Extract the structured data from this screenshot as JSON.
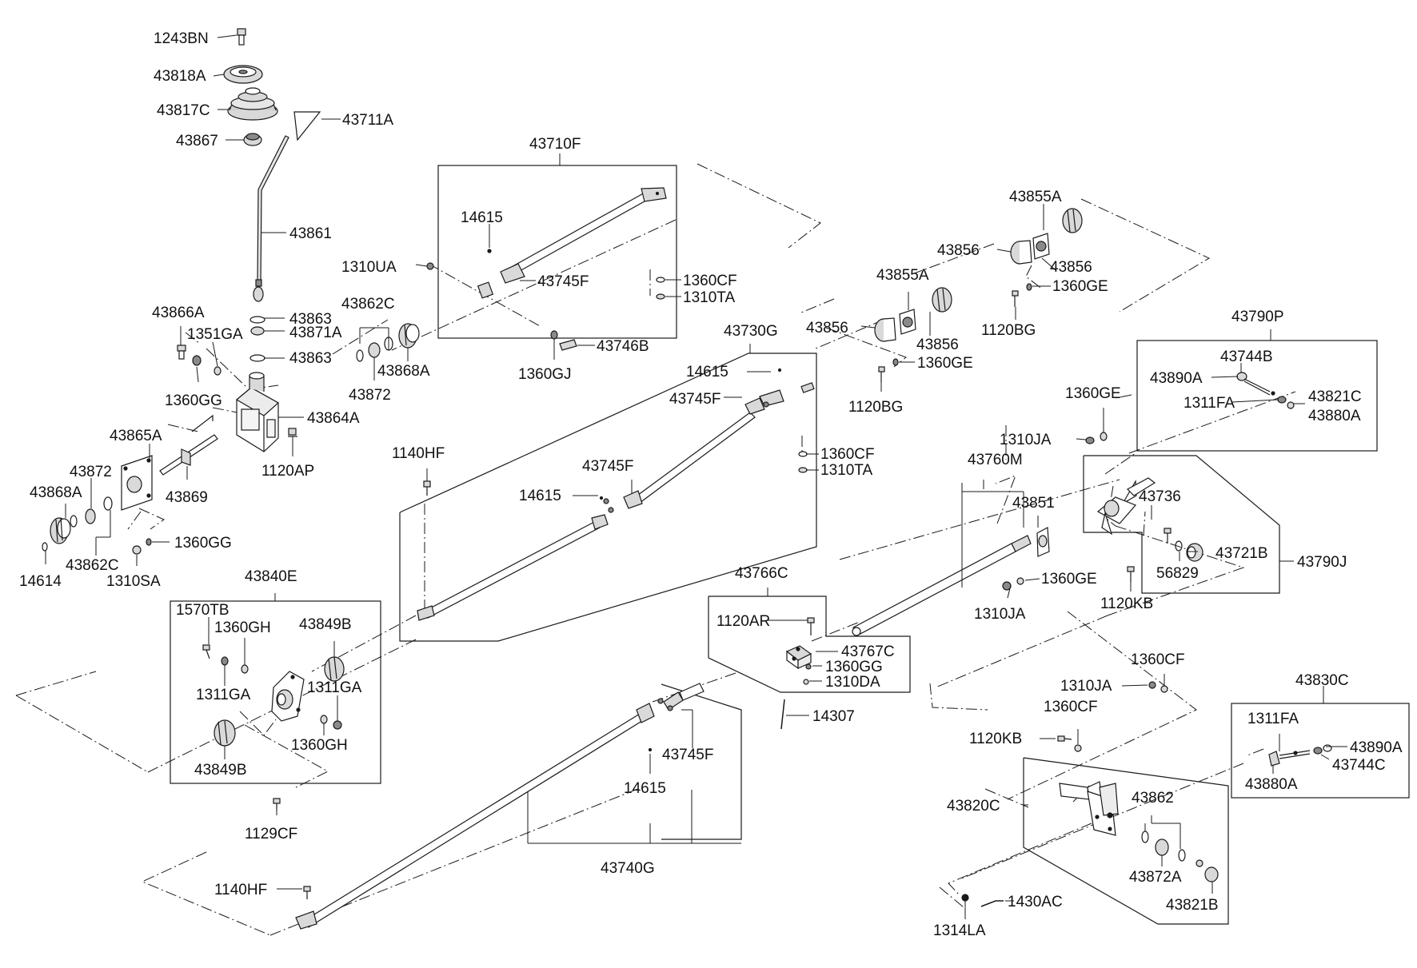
{
  "parts": [
    {
      "id": "p1243BN",
      "label": "1243BN"
    },
    {
      "id": "p43818A",
      "label": "43818A"
    },
    {
      "id": "p43817C",
      "label": "43817C"
    },
    {
      "id": "p43711A",
      "label": "43711A"
    },
    {
      "id": "p43867",
      "label": "43867"
    },
    {
      "id": "p43861",
      "label": "43861"
    },
    {
      "id": "p43863a",
      "label": "43863"
    },
    {
      "id": "p43871A",
      "label": "43871A"
    },
    {
      "id": "p43863b",
      "label": "43863"
    },
    {
      "id": "p43866A",
      "label": "43866A"
    },
    {
      "id": "p1351GA",
      "label": "1351GA"
    },
    {
      "id": "p1360GGa",
      "label": "1360GG"
    },
    {
      "id": "p43864A",
      "label": "43864A"
    },
    {
      "id": "p1120AP",
      "label": "1120AP"
    },
    {
      "id": "p43865A",
      "label": "43865A"
    },
    {
      "id": "p43869",
      "label": "43869"
    },
    {
      "id": "p43872a",
      "label": "43872"
    },
    {
      "id": "p43868Aa",
      "label": "43868A"
    },
    {
      "id": "p43862Ca",
      "label": "43862C"
    },
    {
      "id": "p14614",
      "label": "14614"
    },
    {
      "id": "p1310SA",
      "label": "1310SA"
    },
    {
      "id": "p1360GGb",
      "label": "1360GG"
    },
    {
      "id": "p43862Cb",
      "label": "43862C"
    },
    {
      "id": "p43872b",
      "label": "43872"
    },
    {
      "id": "p43868Ab",
      "label": "43868A"
    },
    {
      "id": "p1310UA",
      "label": "1310UA"
    },
    {
      "id": "p43710F",
      "label": "43710F"
    },
    {
      "id": "p14615a",
      "label": "14615"
    },
    {
      "id": "p43745Fa",
      "label": "43745F"
    },
    {
      "id": "p1360CFa",
      "label": "1360CF"
    },
    {
      "id": "p1310TAa",
      "label": "1310TA"
    },
    {
      "id": "p43746B",
      "label": "43746B"
    },
    {
      "id": "p1360GJ",
      "label": "1360GJ"
    },
    {
      "id": "p43855Aa",
      "label": "43855A"
    },
    {
      "id": "p43856a",
      "label": "43856"
    },
    {
      "id": "p43856b",
      "label": "43856"
    },
    {
      "id": "p1360GEa",
      "label": "1360GE"
    },
    {
      "id": "p1120BGa",
      "label": "1120BG"
    },
    {
      "id": "p43855Ab",
      "label": "43855A"
    },
    {
      "id": "p43856c",
      "label": "43856"
    },
    {
      "id": "p43856d",
      "label": "43856"
    },
    {
      "id": "p1360GEb",
      "label": "1360GE"
    },
    {
      "id": "p1120BGb",
      "label": "1120BG"
    },
    {
      "id": "p43730G",
      "label": "43730G"
    },
    {
      "id": "p14615b",
      "label": "14615"
    },
    {
      "id": "p43745Fb",
      "label": "43745F"
    },
    {
      "id": "p1360CFb",
      "label": "1360CF"
    },
    {
      "id": "p1310TAb",
      "label": "1310TA"
    },
    {
      "id": "p1140HFa",
      "label": "1140HF"
    },
    {
      "id": "p43745Fc",
      "label": "43745F"
    },
    {
      "id": "p14615c",
      "label": "14615"
    },
    {
      "id": "p43790P",
      "label": "43790P"
    },
    {
      "id": "p43744B",
      "label": "43744B"
    },
    {
      "id": "p43890Aa",
      "label": "43890A"
    },
    {
      "id": "p1311FAa",
      "label": "1311FA"
    },
    {
      "id": "p43821C",
      "label": "43821C"
    },
    {
      "id": "p43880Aa",
      "label": "43880A"
    },
    {
      "id": "p1360GEc",
      "label": "1360GE"
    },
    {
      "id": "p1310JAa",
      "label": "1310JA"
    },
    {
      "id": "p43760M",
      "label": "43760M"
    },
    {
      "id": "p43851",
      "label": "43851"
    },
    {
      "id": "p43736",
      "label": "43736"
    },
    {
      "id": "p43721B",
      "label": "43721B"
    },
    {
      "id": "p43790J",
      "label": "43790J"
    },
    {
      "id": "p56829",
      "label": "56829"
    },
    {
      "id": "p1360GEd",
      "label": "1360GE"
    },
    {
      "id": "p1310JAb",
      "label": "1310JA"
    },
    {
      "id": "p1120KBa",
      "label": "1120KB"
    },
    {
      "id": "p43840E",
      "label": "43840E"
    },
    {
      "id": "p1570TB",
      "label": "1570TB"
    },
    {
      "id": "p1360GHa",
      "label": "1360GH"
    },
    {
      "id": "p43849Ba",
      "label": "43849B"
    },
    {
      "id": "p1311GAa",
      "label": "1311GA"
    },
    {
      "id": "p1311GAb",
      "label": "1311GA"
    },
    {
      "id": "p1360GHb",
      "label": "1360GH"
    },
    {
      "id": "p43849Bb",
      "label": "43849B"
    },
    {
      "id": "p1129CF",
      "label": "1129CF"
    },
    {
      "id": "p43766C",
      "label": "43766C"
    },
    {
      "id": "p1120AR",
      "label": "1120AR"
    },
    {
      "id": "p43767C",
      "label": "43767C"
    },
    {
      "id": "p1360GGc",
      "label": "1360GG"
    },
    {
      "id": "p1310DA",
      "label": "1310DA"
    },
    {
      "id": "p14307",
      "label": "14307"
    },
    {
      "id": "p43745Fd",
      "label": "43745F"
    },
    {
      "id": "p14615d",
      "label": "14615"
    },
    {
      "id": "p43740G",
      "label": "43740G"
    },
    {
      "id": "p1140HFb",
      "label": "1140HF"
    },
    {
      "id": "p1360CFc",
      "label": "1360CF"
    },
    {
      "id": "p1310JAc",
      "label": "1310JA"
    },
    {
      "id": "p1360CFd",
      "label": "1360CF"
    },
    {
      "id": "p1120KBb",
      "label": "1120KB"
    },
    {
      "id": "p43830C",
      "label": "43830C"
    },
    {
      "id": "p1311FAb",
      "label": "1311FA"
    },
    {
      "id": "p43890Ab",
      "label": "43890A"
    },
    {
      "id": "p43744C",
      "label": "43744C"
    },
    {
      "id": "p43880Ab",
      "label": "43880A"
    },
    {
      "id": "p43820C",
      "label": "43820C"
    },
    {
      "id": "p43862",
      "label": "43862"
    },
    {
      "id": "p43872A",
      "label": "43872A"
    },
    {
      "id": "p43821B",
      "label": "43821B"
    },
    {
      "id": "p1430AC",
      "label": "1430AC"
    },
    {
      "id": "p1314LA",
      "label": "1314LA"
    }
  ],
  "colors": {
    "line": "#1a1a1a",
    "part_fill": "#d9d9d9",
    "part_dark": "#8a8a8a",
    "background": "#ffffff"
  }
}
